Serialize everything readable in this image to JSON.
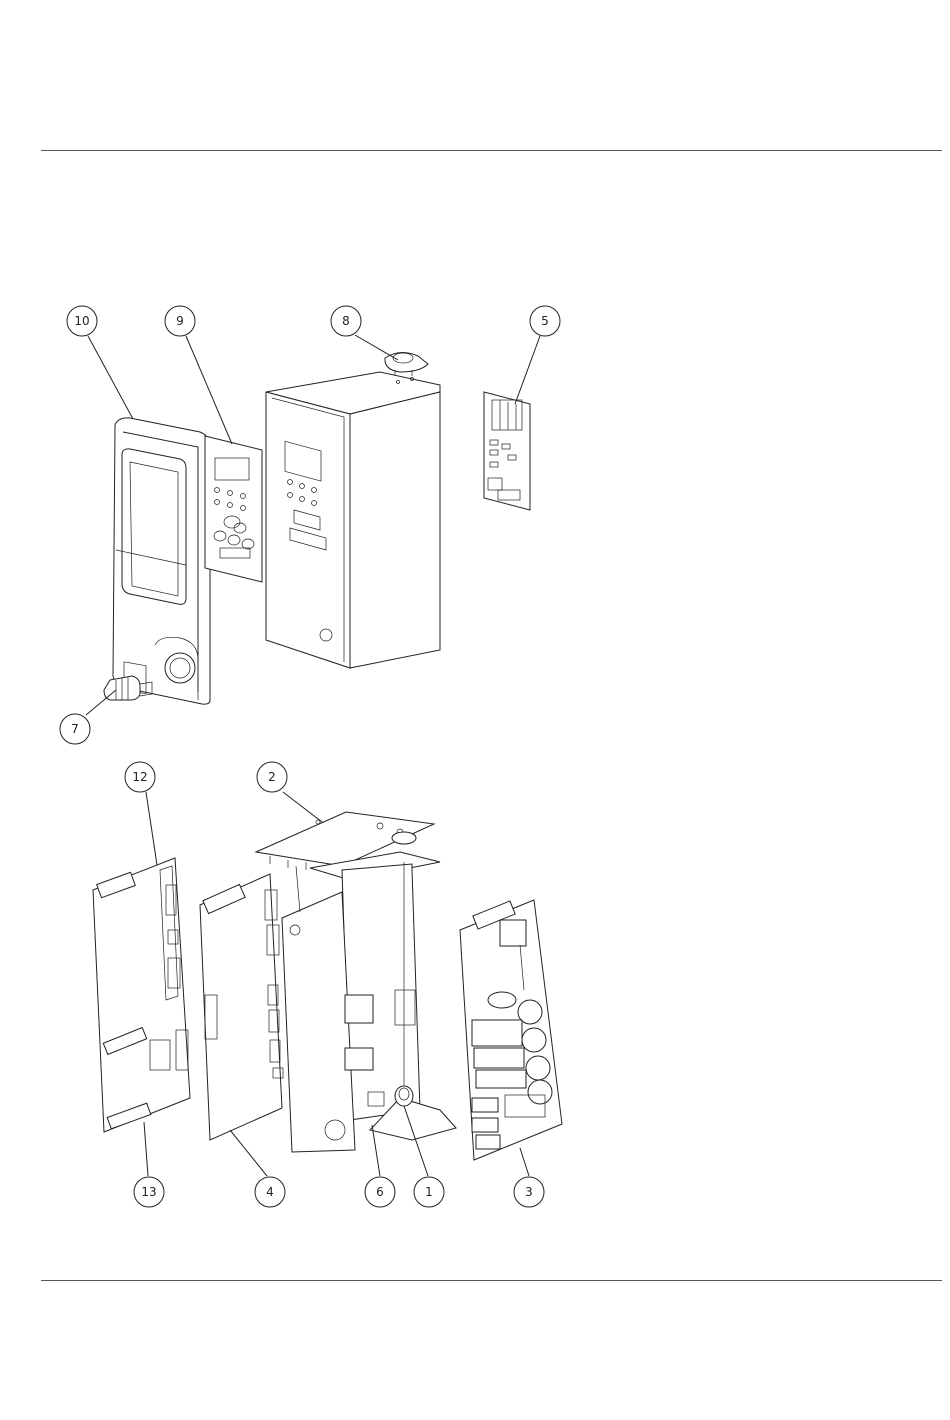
{
  "callouts": [
    {
      "id": "10",
      "label": "10"
    },
    {
      "id": "9",
      "label": "9"
    },
    {
      "id": "8",
      "label": "8"
    },
    {
      "id": "5",
      "label": "5"
    },
    {
      "id": "7",
      "label": "7"
    },
    {
      "id": "12",
      "label": "12"
    },
    {
      "id": "2",
      "label": "2"
    },
    {
      "id": "13",
      "label": "13"
    },
    {
      "id": "4",
      "label": "4"
    },
    {
      "id": "6",
      "label": "6"
    },
    {
      "id": "1",
      "label": "1"
    },
    {
      "id": "3",
      "label": "3"
    }
  ],
  "colors": {
    "line": "#222222",
    "rule": "#555555",
    "background": "#ffffff"
  }
}
